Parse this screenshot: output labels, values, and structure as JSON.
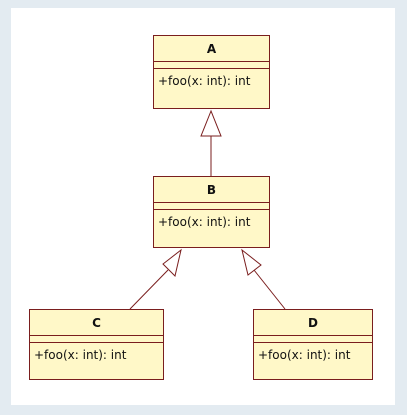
{
  "diagram": {
    "classes": [
      {
        "id": "A",
        "name": "A",
        "operations": [
          "+foo(x: int): int"
        ]
      },
      {
        "id": "B",
        "name": "B",
        "operations": [
          "+foo(x: int): int"
        ]
      },
      {
        "id": "C",
        "name": "C",
        "operations": [
          "+foo(x: int): int"
        ]
      },
      {
        "id": "D",
        "name": "D",
        "operations": [
          "+foo(x: int): int"
        ]
      }
    ],
    "generalizations": [
      {
        "child": "B",
        "parent": "A"
      },
      {
        "child": "C",
        "parent": "B"
      },
      {
        "child": "D",
        "parent": "B"
      }
    ]
  },
  "colors": {
    "class_fill": "#fff8c8",
    "class_border": "#7a1e1e",
    "frame": "#e3ebf1"
  }
}
